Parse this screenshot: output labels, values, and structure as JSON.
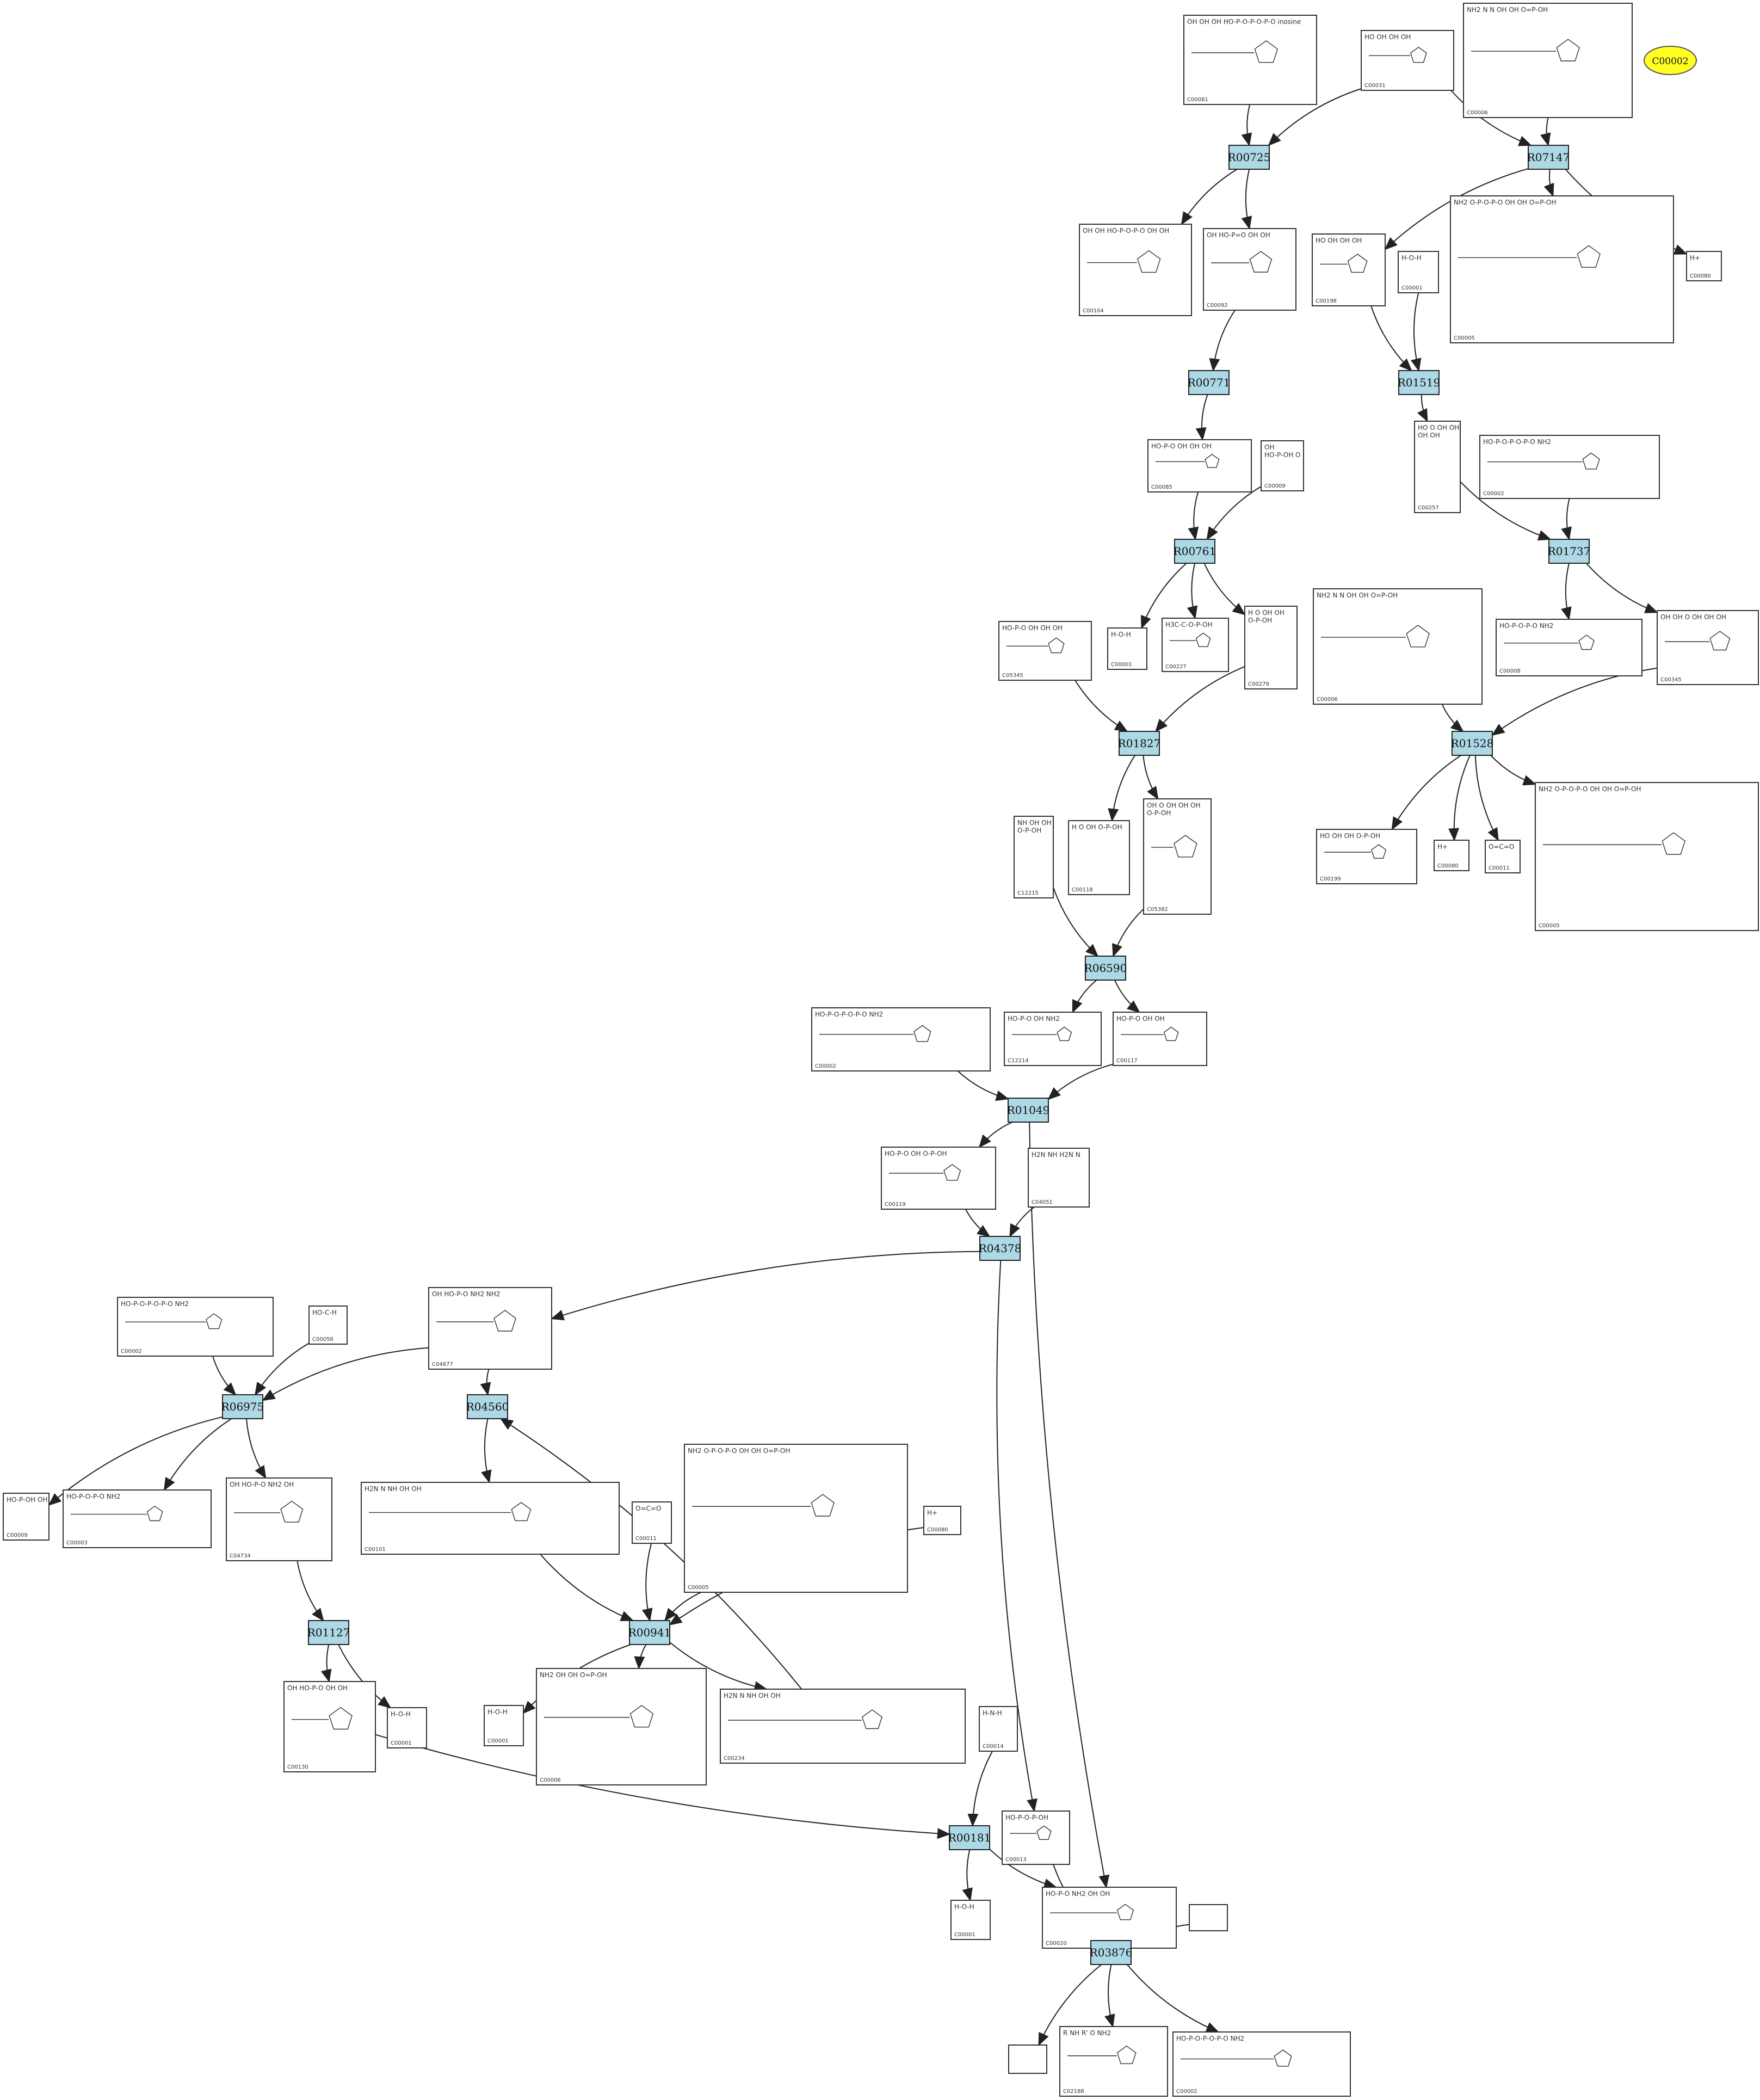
{
  "colors": {
    "reaction_fill": "#add8e6",
    "highlight_fill": "#ffff22",
    "edge": "#222222",
    "compound_border": "#333333"
  },
  "highlight": {
    "label": "C00002"
  },
  "reactions": [
    {
      "id": "R00725",
      "label": "R00725"
    },
    {
      "id": "R07147",
      "label": "R07147"
    },
    {
      "id": "R00771",
      "label": "R00771"
    },
    {
      "id": "R01519",
      "label": "R01519"
    },
    {
      "id": "R00761",
      "label": "R00761"
    },
    {
      "id": "R01737",
      "label": "R01737"
    },
    {
      "id": "R01827",
      "label": "R01827"
    },
    {
      "id": "R01528",
      "label": "R01528"
    },
    {
      "id": "R06590",
      "label": "R06590"
    },
    {
      "id": "R01049",
      "label": "R01049"
    },
    {
      "id": "R04378",
      "label": "R04378"
    },
    {
      "id": "R06975",
      "label": "R06975"
    },
    {
      "id": "R04560",
      "label": "R04560"
    },
    {
      "id": "R01127",
      "label": "R01127"
    },
    {
      "id": "R00941",
      "label": "R00941"
    },
    {
      "id": "R00181",
      "label": "R00181"
    },
    {
      "id": "R03876",
      "label": "R03876"
    }
  ],
  "compounds": [
    {
      "id": "c1",
      "label": "C00081",
      "formula": "OH OH OH HO-P-O-P-O-P-O inosine"
    },
    {
      "id": "c2",
      "label": "C00031",
      "formula": "HO OH OH OH"
    },
    {
      "id": "c3",
      "label": "C00006",
      "formula": "NH2 N N OH OH O=P-OH"
    },
    {
      "id": "c4",
      "label": "C00104",
      "formula": "OH OH HO-P-O-P-O OH OH"
    },
    {
      "id": "c5",
      "label": "C00092",
      "formula": "OH HO-P=O OH OH"
    },
    {
      "id": "c6",
      "label": "C00198",
      "formula": "HO OH OH OH"
    },
    {
      "id": "c7",
      "label": "C00001",
      "formula": "H-O-H"
    },
    {
      "id": "c8",
      "label": "C00005",
      "formula": "NH2 O-P-O-P-O OH OH O=P-OH"
    },
    {
      "id": "c9",
      "label": "C00080",
      "formula": "H+"
    },
    {
      "id": "c10",
      "label": "C00085",
      "formula": "HO-P-O OH OH OH"
    },
    {
      "id": "c11",
      "label": "C00009",
      "formula": "OH HO-P-OH O"
    },
    {
      "id": "c12",
      "label": "C00257",
      "formula": "HO O OH OH OH OH"
    },
    {
      "id": "c13",
      "label": "C00002",
      "formula": "HO-P-O-P-O-P-O NH2"
    },
    {
      "id": "c14",
      "label": "C05345",
      "formula": "HO-P-O OH OH OH"
    },
    {
      "id": "c15",
      "label": "C00001",
      "formula": "H-O-H"
    },
    {
      "id": "c16",
      "label": "C00227",
      "formula": "H3C-C-O-P-OH"
    },
    {
      "id": "c17",
      "label": "C00279",
      "formula": "H O OH OH O-P-OH"
    },
    {
      "id": "c18",
      "label": "C00006",
      "formula": "NH2 N N OH OH O=P-OH"
    },
    {
      "id": "c19",
      "label": "C00008",
      "formula": "HO-P-O-P-O NH2"
    },
    {
      "id": "c20",
      "label": "C00345",
      "formula": "OH OH O OH OH OH"
    },
    {
      "id": "c21",
      "label": "C12215",
      "formula": "NH OH OH O-P-OH"
    },
    {
      "id": "c22",
      "label": "C00118",
      "formula": "H O OH O-P-OH"
    },
    {
      "id": "c23",
      "label": "C05382",
      "formula": "OH O OH OH OH O-P-OH"
    },
    {
      "id": "c24",
      "label": "C00199",
      "formula": "HO OH OH O-P-OH"
    },
    {
      "id": "c25",
      "label": "C00080",
      "formula": "H+"
    },
    {
      "id": "c26",
      "label": "C00011",
      "formula": "O=C=O"
    },
    {
      "id": "c27",
      "label": "C00005",
      "formula": "NH2 O-P-O-P-O OH OH O=P-OH"
    },
    {
      "id": "c28",
      "label": "C00002",
      "formula": "HO-P-O-P-O-P-O NH2"
    },
    {
      "id": "c29",
      "label": "C12214",
      "formula": "HO-P-O OH NH2"
    },
    {
      "id": "c30",
      "label": "C00117",
      "formula": "HO-P-O OH OH"
    },
    {
      "id": "c31",
      "label": "C00119",
      "formula": "HO-P-O OH O-P-OH"
    },
    {
      "id": "c32",
      "label": "C04051",
      "formula": "H2N NH H2N N"
    },
    {
      "id": "c33",
      "label": "C00002",
      "formula": "HO-P-O-P-O-P-O NH2"
    },
    {
      "id": "c34",
      "label": "C00058",
      "formula": "HO-C-H"
    },
    {
      "id": "c35",
      "label": "C04677",
      "formula": "OH HO-P-O NH2 NH2"
    },
    {
      "id": "c36",
      "label": "C00009",
      "formula": "HO-P-OH OH"
    },
    {
      "id": "c37",
      "label": "C00003",
      "formula": "HO-P-O-P-O NH2"
    },
    {
      "id": "c38",
      "label": "C04734",
      "formula": "OH HO-P-O NH2 OH"
    },
    {
      "id": "c39",
      "label": "C00101",
      "formula": "H2N N NH OH OH"
    },
    {
      "id": "c40",
      "label": "C00011",
      "formula": "O=C=O"
    },
    {
      "id": "c41",
      "label": "C00005",
      "formula": "NH2 O-P-O-P-O OH OH O=P-OH"
    },
    {
      "id": "c42",
      "label": "C00080",
      "formula": "H+"
    },
    {
      "id": "c43",
      "label": "C00130",
      "formula": "OH HO-P-O OH OH"
    },
    {
      "id": "c44",
      "label": "C00001",
      "formula": "H-O-H"
    },
    {
      "id": "c45",
      "label": "C00001",
      "formula": "H-O-H"
    },
    {
      "id": "c46",
      "label": "C00006",
      "formula": "NH2 OH OH O=P-OH"
    },
    {
      "id": "c47",
      "label": "C00234",
      "formula": "H2N N NH OH OH"
    },
    {
      "id": "c48",
      "label": "C00014",
      "formula": "H-N-H"
    },
    {
      "id": "c49",
      "label": "C00013",
      "formula": "HO-P-O-P-OH"
    },
    {
      "id": "c50",
      "label": "C00001",
      "formula": "H-O-H"
    },
    {
      "id": "c51",
      "label": "C00020",
      "formula": "HO-P-O NH2 OH OH"
    },
    {
      "id": "c52",
      "label": "",
      "formula": ""
    },
    {
      "id": "c53",
      "label": "",
      "formula": ""
    },
    {
      "id": "c54",
      "label": "C02188",
      "formula": "R NH R' O NH2"
    },
    {
      "id": "c55",
      "label": "C00002",
      "formula": "HO-P-O-P-O-P-O NH2"
    }
  ],
  "edges": [
    [
      "c1",
      "R00725"
    ],
    [
      "c2",
      "R00725"
    ],
    [
      "R00725",
      "c4"
    ],
    [
      "R00725",
      "c5"
    ],
    [
      "c2",
      "R07147"
    ],
    [
      "c3",
      "R07147"
    ],
    [
      "R07147",
      "c6"
    ],
    [
      "R07147",
      "c8"
    ],
    [
      "R07147",
      "c9"
    ],
    [
      "c5",
      "R00771"
    ],
    [
      "R00771",
      "c10"
    ],
    [
      "c6",
      "R01519"
    ],
    [
      "c7",
      "R01519"
    ],
    [
      "R01519",
      "c12"
    ],
    [
      "c10",
      "R00761"
    ],
    [
      "c11",
      "R00761"
    ],
    [
      "R00761",
      "c15"
    ],
    [
      "R00761",
      "c16"
    ],
    [
      "R00761",
      "c17"
    ],
    [
      "c12",
      "R01737"
    ],
    [
      "c13",
      "R01737"
    ],
    [
      "R01737",
      "c19"
    ],
    [
      "R01737",
      "c20"
    ],
    [
      "c14",
      "R01827"
    ],
    [
      "c17",
      "R01827"
    ],
    [
      "R01827",
      "c22"
    ],
    [
      "R01827",
      "c23"
    ],
    [
      "c18",
      "R01528"
    ],
    [
      "c20",
      "R01528"
    ],
    [
      "R01528",
      "c24"
    ],
    [
      "R01528",
      "c25"
    ],
    [
      "R01528",
      "c26"
    ],
    [
      "R01528",
      "c27"
    ],
    [
      "c21",
      "R06590"
    ],
    [
      "c23",
      "R06590"
    ],
    [
      "R06590",
      "c29"
    ],
    [
      "R06590",
      "c30"
    ],
    [
      "c28",
      "R01049"
    ],
    [
      "c30",
      "R01049"
    ],
    [
      "R01049",
      "c31"
    ],
    [
      "R01049",
      "c51"
    ],
    [
      "c31",
      "R04378"
    ],
    [
      "c32",
      "R04378"
    ],
    [
      "R04378",
      "c35"
    ],
    [
      "R04378",
      "c49"
    ],
    [
      "c33",
      "R06975"
    ],
    [
      "c34",
      "R06975"
    ],
    [
      "c35",
      "R06975"
    ],
    [
      "R06975",
      "c36"
    ],
    [
      "R06975",
      "c37"
    ],
    [
      "R06975",
      "c38"
    ],
    [
      "c35",
      "R04560"
    ],
    [
      "c47",
      "R04560"
    ],
    [
      "R04560",
      "c39"
    ],
    [
      "c38",
      "R01127"
    ],
    [
      "R01127",
      "c43"
    ],
    [
      "R01127",
      "c44"
    ],
    [
      "c39",
      "R00941"
    ],
    [
      "c40",
      "R00941"
    ],
    [
      "c41",
      "R00941"
    ],
    [
      "c42",
      "R00941"
    ],
    [
      "R00941",
      "c45"
    ],
    [
      "R00941",
      "c46"
    ],
    [
      "R00941",
      "c47"
    ],
    [
      "c43",
      "R00181"
    ],
    [
      "c48",
      "R00181"
    ],
    [
      "R00181",
      "c50"
    ],
    [
      "R00181",
      "c51"
    ],
    [
      "c49",
      "R03876"
    ],
    [
      "c51",
      "R03876"
    ],
    [
      "c52",
      "R03876"
    ],
    [
      "R03876",
      "c53"
    ],
    [
      "R03876",
      "c54"
    ],
    [
      "R03876",
      "c55"
    ]
  ]
}
